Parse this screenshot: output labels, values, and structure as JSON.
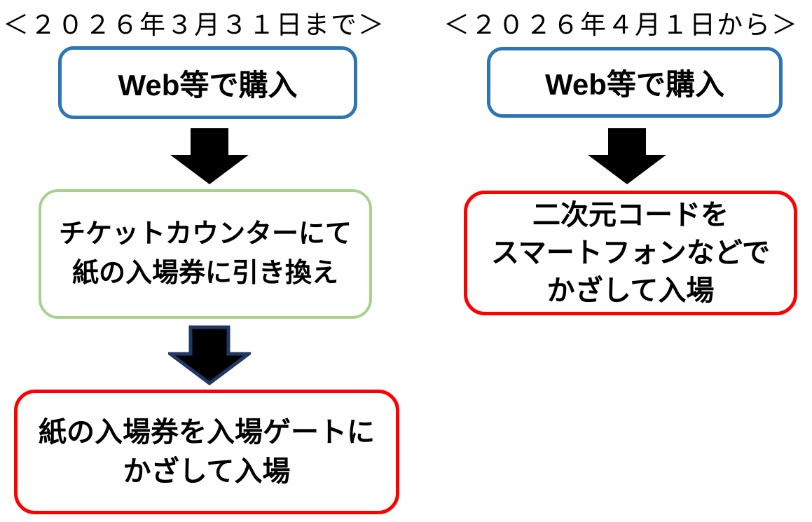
{
  "left": {
    "heading": "＜２０２６年３月３１日まで＞",
    "step1": "Web等で購入",
    "step2": "チケットカウンターにて\n紙の入場券に引き換え",
    "step3": "紙の入場券を入場ゲートに\nかざして入場"
  },
  "right": {
    "heading": "＜２０２６年４月１日から＞",
    "step1": "Web等で購入",
    "step2": "二次元コードを\nスマートフォンなどで\nかざして入場"
  },
  "icons": {
    "down_arrow": "down-arrow-icon"
  },
  "colors": {
    "box_blue_border": "#2E75B6",
    "box_green_border": "#A9D18E",
    "box_red_border": "#FF0000",
    "arrow_fill": "#000000",
    "arrow_outline": "#1F3864"
  }
}
